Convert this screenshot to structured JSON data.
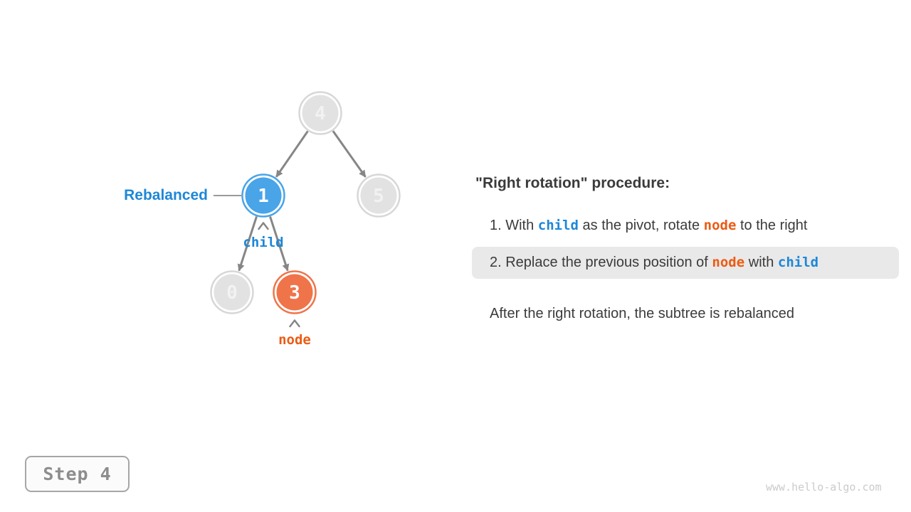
{
  "figure": {
    "tree": {
      "nodes": [
        {
          "id": "4",
          "value": "4",
          "state": "gray"
        },
        {
          "id": "1",
          "value": "1",
          "state": "blue"
        },
        {
          "id": "5",
          "value": "5",
          "state": "gray"
        },
        {
          "id": "0",
          "value": "0",
          "state": "gray"
        },
        {
          "id": "3",
          "value": "3",
          "state": "orange"
        }
      ],
      "edges": [
        {
          "from": "4",
          "to": "1"
        },
        {
          "from": "4",
          "to": "5"
        },
        {
          "from": "1",
          "to": "0"
        },
        {
          "from": "1",
          "to": "3"
        }
      ],
      "labels": {
        "rebalanced": "Rebalanced",
        "child": "child",
        "node": "node"
      }
    },
    "panel": {
      "title": "\"Right rotation\" procedure:",
      "step1": {
        "seg0": "1. With ",
        "code1": "child",
        "seg1": " as the pivot, rotate ",
        "code2": "node",
        "seg2": " to the right"
      },
      "step2": {
        "seg0": "2. Replace the previous position of ",
        "code1": "node",
        "seg1": " with ",
        "code2": "child"
      },
      "highlighted_step": 2,
      "conclusion": "After the right rotation, the subtree is rebalanced"
    },
    "footer": {
      "step_label": "Step 4",
      "watermark": "www.hello-algo.com"
    },
    "colors": {
      "node_blue": "#49A4E8",
      "node_orange": "#EF744A",
      "node_gray_fill": "#E2E2E2",
      "node_gray_border": "#D7D7D7",
      "label_blue": "#1E87D8",
      "label_orange": "#EC5B13",
      "arrow_gray": "#868686",
      "body_text": "#3B3B3B",
      "highlight_bg": "#E9E9E9"
    }
  }
}
